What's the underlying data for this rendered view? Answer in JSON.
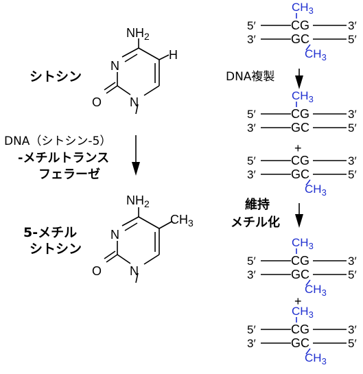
{
  "left": {
    "cytosine": {
      "name": "シトシン",
      "nh2": "NH2",
      "h": "H",
      "n3": "N",
      "o": "O",
      "n1": "N"
    },
    "enzyme": {
      "line1": "DNA（シトシン-5）",
      "line2": "-メチルトランス",
      "line3": "フェラーゼ"
    },
    "methylcytosine": {
      "name_line1": "5-メチル",
      "name_line2": "シトシン",
      "nh2": "NH2",
      "ch3": "CH3",
      "n3": "N",
      "o": "O",
      "n1": "N"
    }
  },
  "right": {
    "labels": {
      "replication": "DNA複製",
      "maintenance_line1": "維持",
      "maintenance_line2": "メチル化"
    },
    "plus": "+",
    "prime5": "5′",
    "prime3": "3′",
    "top_strand": "CG",
    "bottom_strand": "GC",
    "methyl": "CH3"
  },
  "colors": {
    "methyl": "#1f2fd0",
    "ink": "#000000"
  }
}
